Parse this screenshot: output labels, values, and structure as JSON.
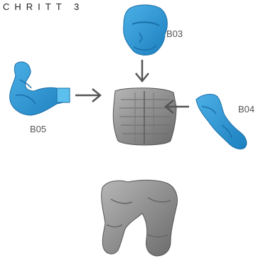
{
  "diagram": {
    "step_title": "CHRITT 3",
    "parts": [
      {
        "id": "B03",
        "label": "B03",
        "name": "head",
        "color": "#2a95d3"
      },
      {
        "id": "B04",
        "label": "B04",
        "name": "right-arm",
        "color": "#2a95d3"
      },
      {
        "id": "B05",
        "label": "B05",
        "name": "left-arm",
        "color": "#2a95d3"
      },
      {
        "id": "torso",
        "label": "",
        "name": "torso",
        "color": "#8f8f8f"
      },
      {
        "id": "legs",
        "label": "",
        "name": "legs",
        "color": "#8f8f8f"
      }
    ],
    "arrows": [
      {
        "from": "B03",
        "to": "torso"
      },
      {
        "from": "B05",
        "to": "torso"
      },
      {
        "from": "B04",
        "to": "torso"
      }
    ],
    "arrow_color": "#555555"
  }
}
